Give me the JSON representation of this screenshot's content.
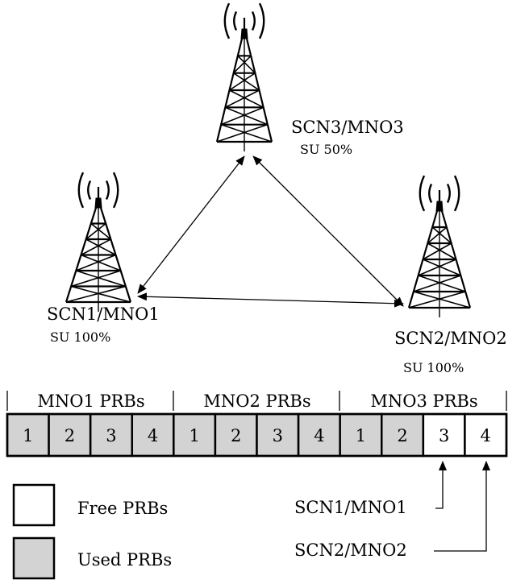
{
  "towers": [
    {
      "name": "SCN3/MNO3",
      "su": "SU 50%"
    },
    {
      "name": "SCN1/MNO1",
      "su": "SU 100%"
    },
    {
      "name": "SCN2/MNO2",
      "su": "SU 100%"
    }
  ],
  "prb_groups": [
    {
      "label": "MNO1 PRBs",
      "cells": [
        {
          "label": "1",
          "state": "used"
        },
        {
          "label": "2",
          "state": "used"
        },
        {
          "label": "3",
          "state": "used"
        },
        {
          "label": "4",
          "state": "used"
        }
      ]
    },
    {
      "label": "MNO2 PRBs",
      "cells": [
        {
          "label": "1",
          "state": "used"
        },
        {
          "label": "2",
          "state": "used"
        },
        {
          "label": "3",
          "state": "used"
        },
        {
          "label": "4",
          "state": "used"
        }
      ]
    },
    {
      "label": "MNO3 PRBs",
      "cells": [
        {
          "label": "1",
          "state": "used"
        },
        {
          "label": "2",
          "state": "used"
        },
        {
          "label": "3",
          "state": "free"
        },
        {
          "label": "4",
          "state": "free"
        }
      ]
    }
  ],
  "assignments": [
    {
      "label": "SCN1/MNO1",
      "target": "MNO3 PRB 3"
    },
    {
      "label": "SCN2/MNO2",
      "target": "MNO3 PRB 4"
    }
  ],
  "legend": {
    "free_label": "Free PRBs",
    "used_label": "Used PRBs"
  },
  "colors": {
    "used_fill": "#d3d3d3",
    "free_fill": "#ffffff",
    "stroke": "#000000"
  }
}
